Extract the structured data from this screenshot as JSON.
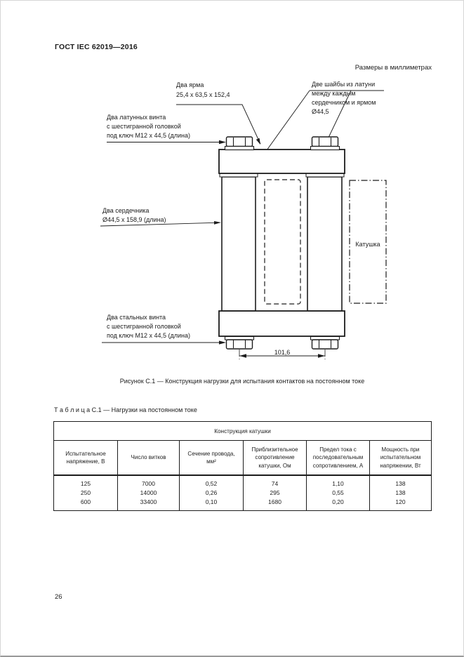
{
  "page": {
    "doc_code": "ГОСТ IEC 62019—2016",
    "units_note": "Размеры в миллиметрах",
    "page_number": "26"
  },
  "figure": {
    "caption": "Рисунок С.1 — Конструкция нагрузки для испытания контактов на постоянном токе",
    "labels": {
      "yokes": "Два ярма\n25,4 x 63,5 x 152,4",
      "washers": "Две шайбы из латуни\nмежду каждым\nсердечником и ярмом\nØ44,5",
      "brass_screws": "Два латунных винта\nс шестигранной головкой\nпод ключ М12 x 44,5 (длина)",
      "cores": "Два сердечника\nØ44,5 x 158,9 (длина)",
      "steel_screws": "Два стальных винта\nс шестигранной головкой\nпод ключ М12 x 44,5 (длина)",
      "coil": "Катушка",
      "dimension": "101,6"
    }
  },
  "table": {
    "title": "Т а б л и ц а  С.1 — Нагрузки на постоянном токе",
    "group_header": "Конструкция катушки",
    "columns": [
      "Испытательное\nнапряжение, В",
      "Число витков",
      "Сечение провода,\nмм²",
      "Приблизительное\nсопротивление\nкатушки, Ом",
      "Предел тока с\nпоследовательным\nсопротивлением, А",
      "Мощность при\nиспытательном\nнапряжении, Вт"
    ],
    "rows": [
      [
        "125",
        "7000",
        "0,52",
        "74",
        "1,10",
        "138"
      ],
      [
        "250",
        "14000",
        "0,26",
        "295",
        "0,55",
        "138"
      ],
      [
        "600",
        "33400",
        "0,10",
        "1680",
        "0,20",
        "120"
      ]
    ]
  }
}
